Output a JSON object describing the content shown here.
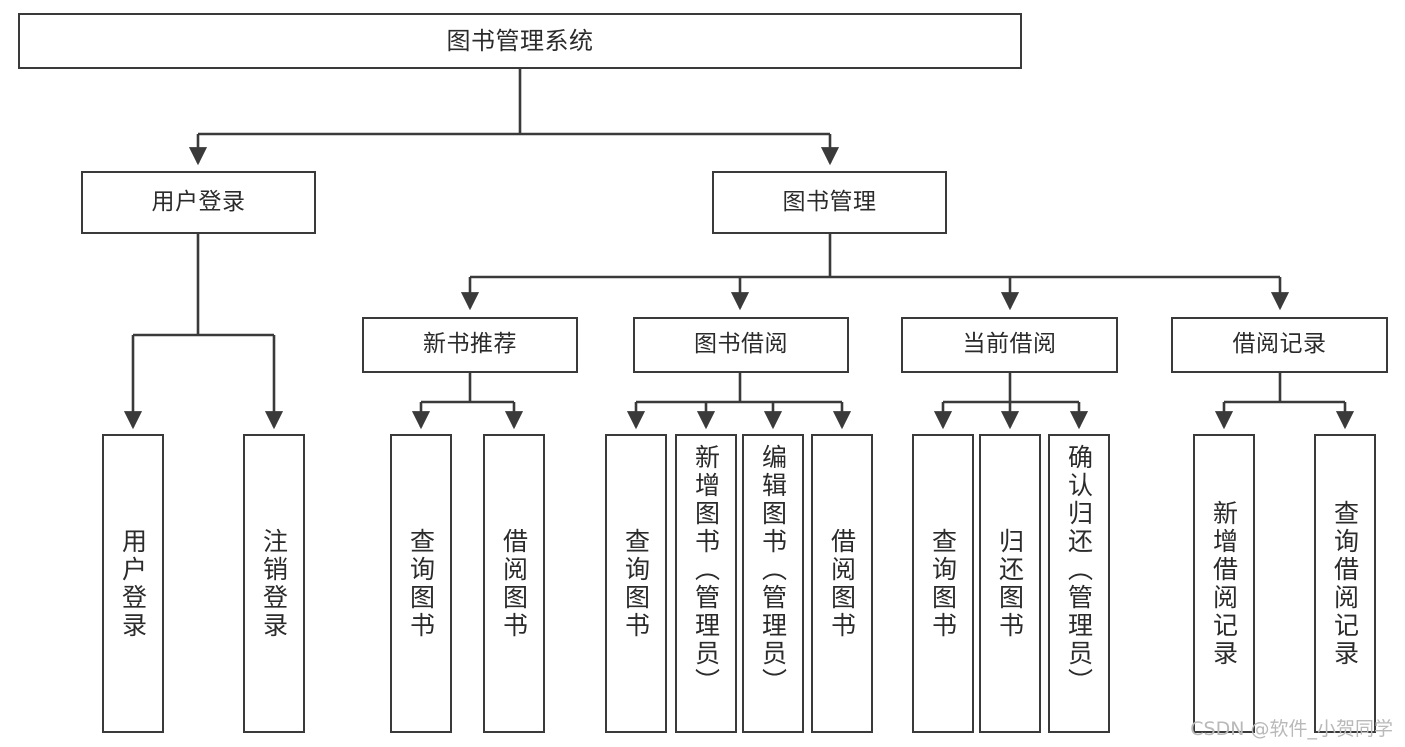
{
  "diagram": {
    "title": "图书管理系统",
    "watermark": "CSDN @软件_小贺同学",
    "colors": {
      "stroke": "#3a3a3a",
      "text": "#2b2b2b",
      "background": "#ffffff",
      "watermark": "#b9b9b9"
    },
    "nodes": {
      "root": {
        "label": "图书管理系统"
      },
      "level2": [
        {
          "label": "用户登录"
        },
        {
          "label": "图书管理"
        }
      ],
      "level3": [
        {
          "label": "新书推荐"
        },
        {
          "label": "图书借阅"
        },
        {
          "label": "当前借阅"
        },
        {
          "label": "借阅记录"
        }
      ],
      "leaves": {
        "user_login": [
          {
            "label": "用户登录"
          },
          {
            "label": "注销登录"
          }
        ],
        "new_book": [
          {
            "label": "查询图书"
          },
          {
            "label": "借阅图书"
          }
        ],
        "book_borrow": [
          {
            "label": "查询图书"
          },
          {
            "label": "新增图书（管理员）"
          },
          {
            "label": "编辑图书（管理员）"
          },
          {
            "label": "借阅图书"
          }
        ],
        "current_borrow": [
          {
            "label": "查询图书"
          },
          {
            "label": "归还图书"
          },
          {
            "label": "确认归还（管理员）"
          }
        ],
        "borrow_record": [
          {
            "label": "新增借阅记录"
          },
          {
            "label": "查询借阅记录"
          }
        ]
      }
    }
  }
}
